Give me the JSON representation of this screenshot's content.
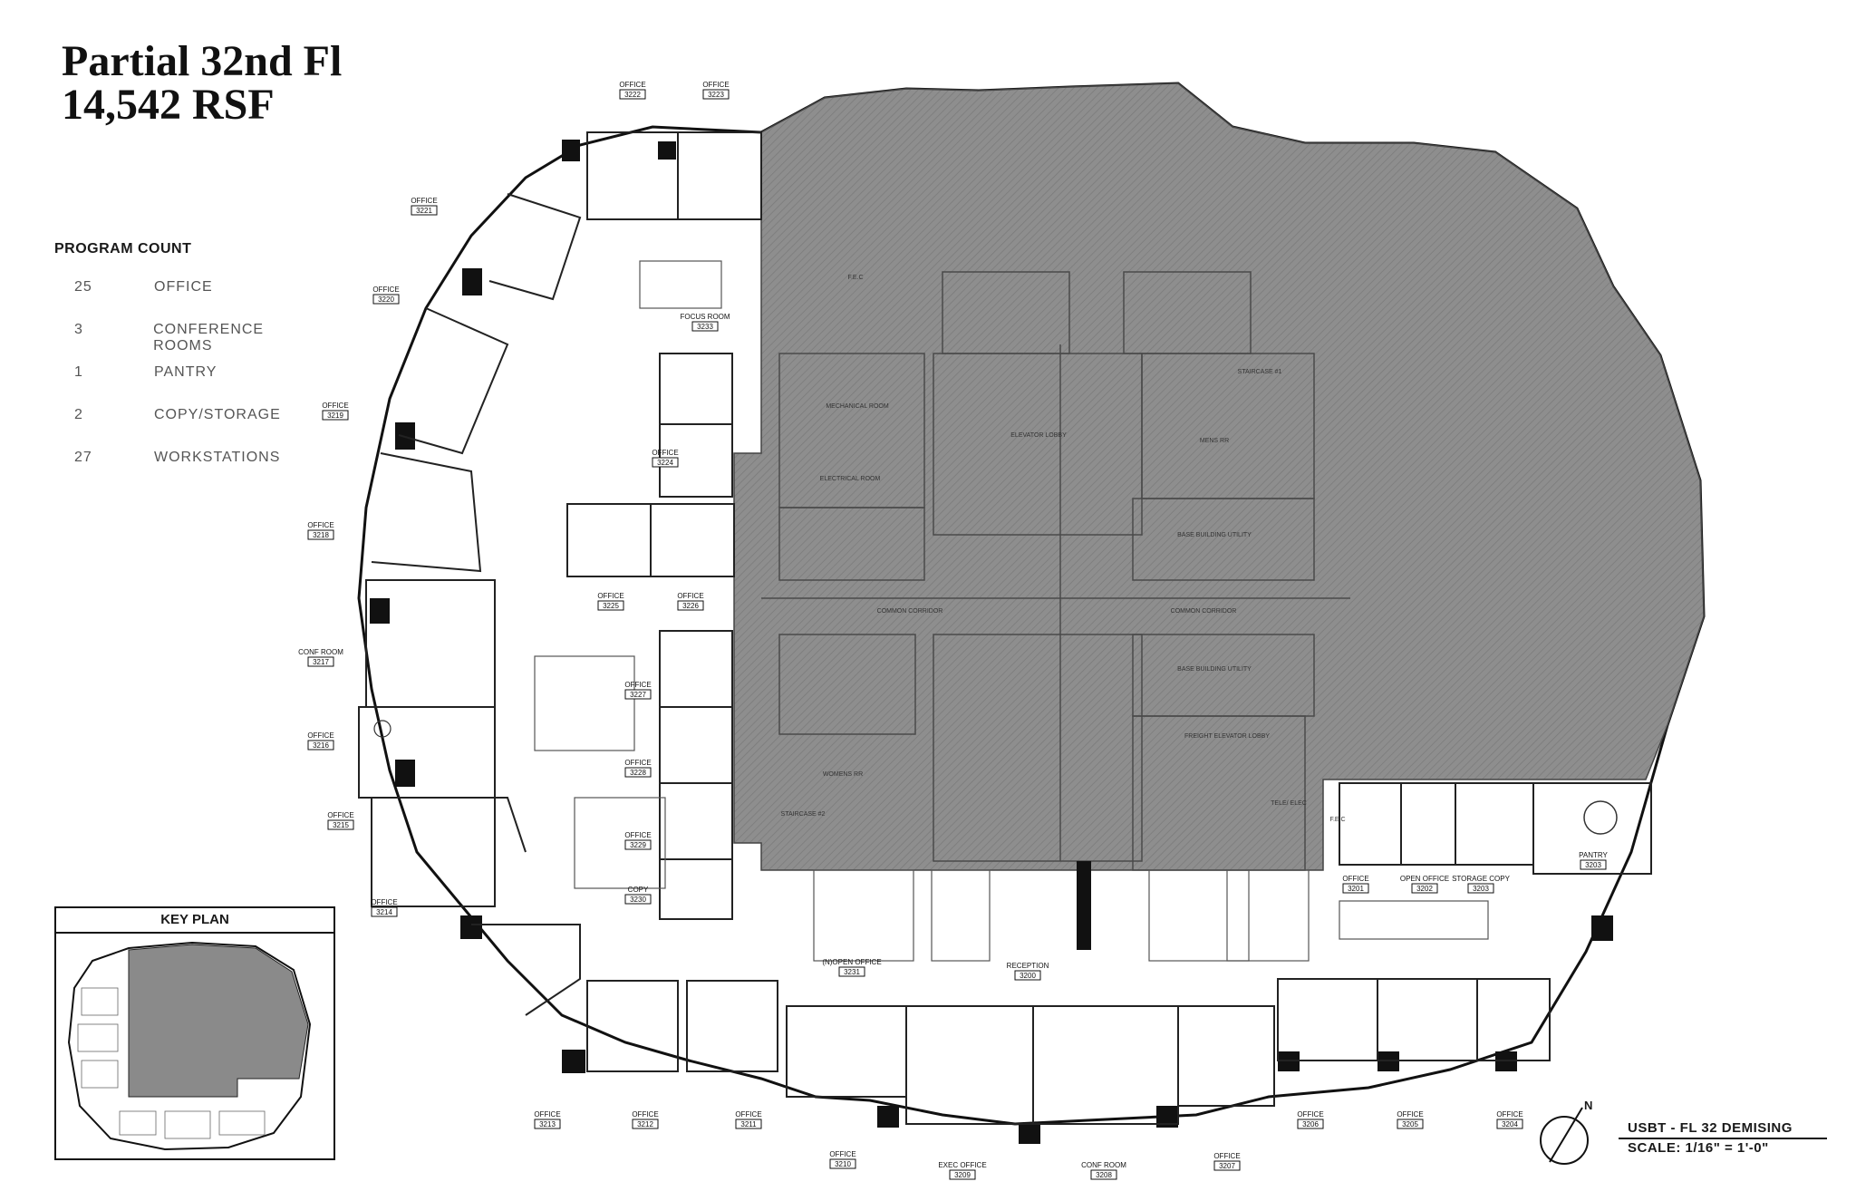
{
  "title": {
    "line1": "Partial 32nd Fl",
    "line2": "14,542 RSF"
  },
  "program": {
    "heading": "PROGRAM COUNT",
    "items": [
      {
        "count": "25",
        "label": "OFFICE"
      },
      {
        "count": "3",
        "label": "CONFERENCE ROOMS"
      },
      {
        "count": "1",
        "label": "PANTRY"
      },
      {
        "count": "2",
        "label": "COPY/STORAGE"
      },
      {
        "count": "27",
        "label": "WORKSTATIONS"
      }
    ]
  },
  "rooms": [
    {
      "name": "OFFICE",
      "number": "3222"
    },
    {
      "name": "OFFICE",
      "number": "3223"
    },
    {
      "name": "OFFICE",
      "number": "3221"
    },
    {
      "name": "OFFICE",
      "number": "3220"
    },
    {
      "name": "OFFICE",
      "number": "3219"
    },
    {
      "name": "OFFICE",
      "number": "3218"
    },
    {
      "name": "CONF ROOM",
      "number": "3217"
    },
    {
      "name": "OFFICE",
      "number": "3216"
    },
    {
      "name": "OFFICE",
      "number": "3215"
    },
    {
      "name": "OFFICE",
      "number": "3214"
    },
    {
      "name": "OFFICE",
      "number": "3213"
    },
    {
      "name": "OFFICE",
      "number": "3212"
    },
    {
      "name": "OFFICE",
      "number": "3211"
    },
    {
      "name": "OFFICE",
      "number": "3210"
    },
    {
      "name": "EXEC OFFICE",
      "number": "3209"
    },
    {
      "name": "CONF ROOM",
      "number": "3208"
    },
    {
      "name": "OFFICE",
      "number": "3207"
    },
    {
      "name": "OFFICE",
      "number": "3206"
    },
    {
      "name": "OFFICE",
      "number": "3205"
    },
    {
      "name": "OFFICE",
      "number": "3204"
    },
    {
      "name": "FOCUS ROOM",
      "number": "3233"
    },
    {
      "name": "OFFICE",
      "number": "3224"
    },
    {
      "name": "OFFICE",
      "number": "3225"
    },
    {
      "name": "OFFICE",
      "number": "3226"
    },
    {
      "name": "OFFICE",
      "number": "3227"
    },
    {
      "name": "OFFICE",
      "number": "3228"
    },
    {
      "name": "OFFICE",
      "number": "3229"
    },
    {
      "name": "COPY",
      "number": "3230"
    },
    {
      "name": "(N)OPEN OFFICE",
      "number": "3231"
    },
    {
      "name": "RECEPTION",
      "number": "3200"
    },
    {
      "name": "OFFICE",
      "number": "3201"
    },
    {
      "name": "OPEN OFFICE",
      "number": "3202"
    },
    {
      "name": "STORAGE COPY",
      "number": "3203"
    },
    {
      "name": "PANTRY",
      "number": "3203"
    }
  ],
  "core_labels": {
    "mechanical": "MECHANICAL ROOM",
    "electrical": "ELECTRICAL ROOM",
    "elevator": "ELEVATOR LOBBY",
    "staircase1": "STAIRCASE #1",
    "mens": "MENS RR",
    "base1": "BASE BUILDING UTILITY",
    "corridor_w": "COMMON CORRIDOR",
    "corridor_e": "COMMON CORRIDOR",
    "base2": "BASE BUILDING UTILITY",
    "freight": "FREIGHT ELEVATOR LOBBY",
    "womens": "WOMENS RR",
    "staircase2": "STAIRCASE #2",
    "tele": "TELE/ ELEC",
    "fec1": "F.E.C",
    "fec2": "F.E.C"
  },
  "key_plan": {
    "title": "KEY PLAN"
  },
  "scale": {
    "north": "N",
    "line1": "USBT - FL 32 DEMISING",
    "line2": "SCALE: 1/16\" = 1'-0\""
  },
  "colors": {
    "hatch": "#8a8a8a",
    "wall": "#111111",
    "line": "#333333"
  }
}
